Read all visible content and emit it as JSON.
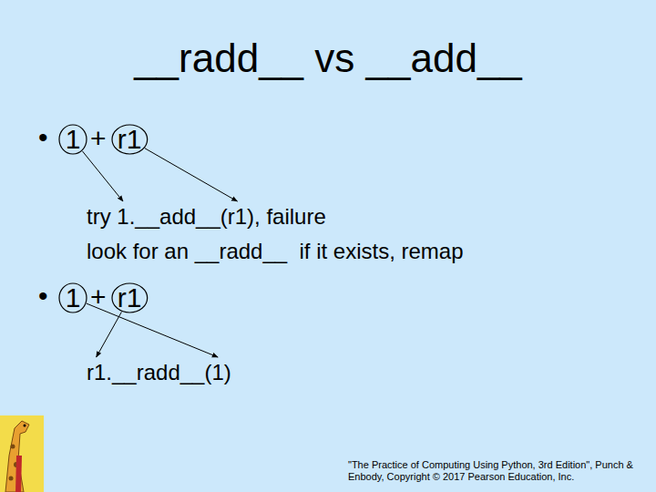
{
  "diagram": {
    "title": "__radd__ vs __add__",
    "nodes": [
      {
        "text": [
          "1"
        ]
      },
      {
        "text": [
          "r1"
        ]
      },
      {
        "text": [
          "1"
        ]
      },
      {
        "text": [
          "r1"
        ]
      }
    ],
    "labels": [
      "•",
      "+",
      "try 1.__add__(r1), failure",
      "look for an __radd__  if it exists, remap",
      "•",
      "+",
      "r1.__radd__(1)",
      "\"The Practice of Computing Using Python, 3rd Edition\", Punch & Enbody, Copyright © 2017 Pearson Education, Inc."
    ]
  }
}
